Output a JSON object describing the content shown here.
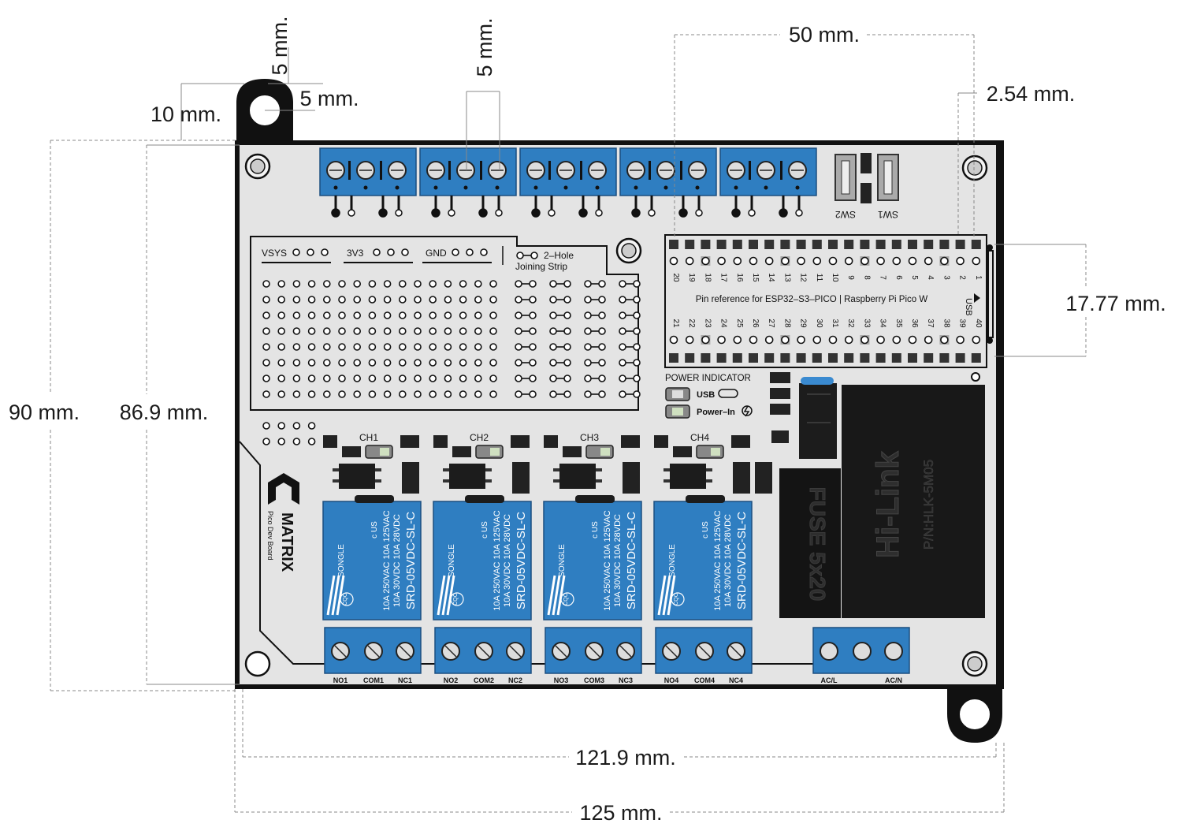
{
  "dimensions": {
    "width_total": "125 mm.",
    "width_board": "121.9 mm.",
    "height_total": "90 mm.",
    "height_board": "86.9 mm.",
    "header_span": "50 mm.",
    "pin_pitch": "2.54 mm.",
    "header_row_gap": "17.77 mm.",
    "tab_offset": "10 mm.",
    "tab_hole_v": "5 mm.",
    "tab_hole_h": "5 mm.",
    "terminal_pitch": "5 mm."
  },
  "board": {
    "bus_labels": [
      "VSYS",
      "3V3",
      "GND"
    ],
    "joining_strip_line1": "2–Hole",
    "joining_strip_line2": "Joining Strip",
    "pin_reference": "Pin reference for ESP32–S3–PICO | Raspberry Pi Pico W",
    "usb_label": "USB",
    "top_pin_numbers": [
      "20",
      "19",
      "18",
      "17",
      "16",
      "15",
      "14",
      "13",
      "12",
      "11",
      "10",
      "9",
      "8",
      "7",
      "6",
      "5",
      "4",
      "3",
      "2",
      "1"
    ],
    "bottom_pin_numbers": [
      "21",
      "22",
      "23",
      "24",
      "25",
      "26",
      "27",
      "28",
      "29",
      "30",
      "31",
      "32",
      "33",
      "34",
      "35",
      "36",
      "37",
      "38",
      "39",
      "40"
    ],
    "power_indicator_title": "POWER INDICATOR",
    "power_usb": "USB",
    "power_in": "Power–In",
    "switches": [
      "SW2",
      "SW1"
    ],
    "channels": [
      "CH1",
      "CH2",
      "CH3",
      "CH4"
    ],
    "relay_brand": "SONGLE",
    "relay_rating_1": "10A 250VAC 10A 125VAC",
    "relay_rating_2": "10A  30VDC 10A  28VDC",
    "relay_model": "SRD-05VDC-SL-C",
    "relay_cert": "c US",
    "relay_cqc": "CQC",
    "fuse_label": "FUSE 5x20",
    "psu_brand": "Hi-Link",
    "psu_part": "P/N:HLK-5M05",
    "brand_name": "MATRIX",
    "brand_sub": "Pico Dev Board",
    "relay_terminals": [
      [
        "NO1",
        "COM1",
        "NC1"
      ],
      [
        "NO2",
        "COM2",
        "NC2"
      ],
      [
        "NO3",
        "COM3",
        "NC3"
      ],
      [
        "NO4",
        "COM4",
        "NC4"
      ]
    ],
    "ac_labels": [
      "AC/L",
      "AC/N"
    ]
  }
}
